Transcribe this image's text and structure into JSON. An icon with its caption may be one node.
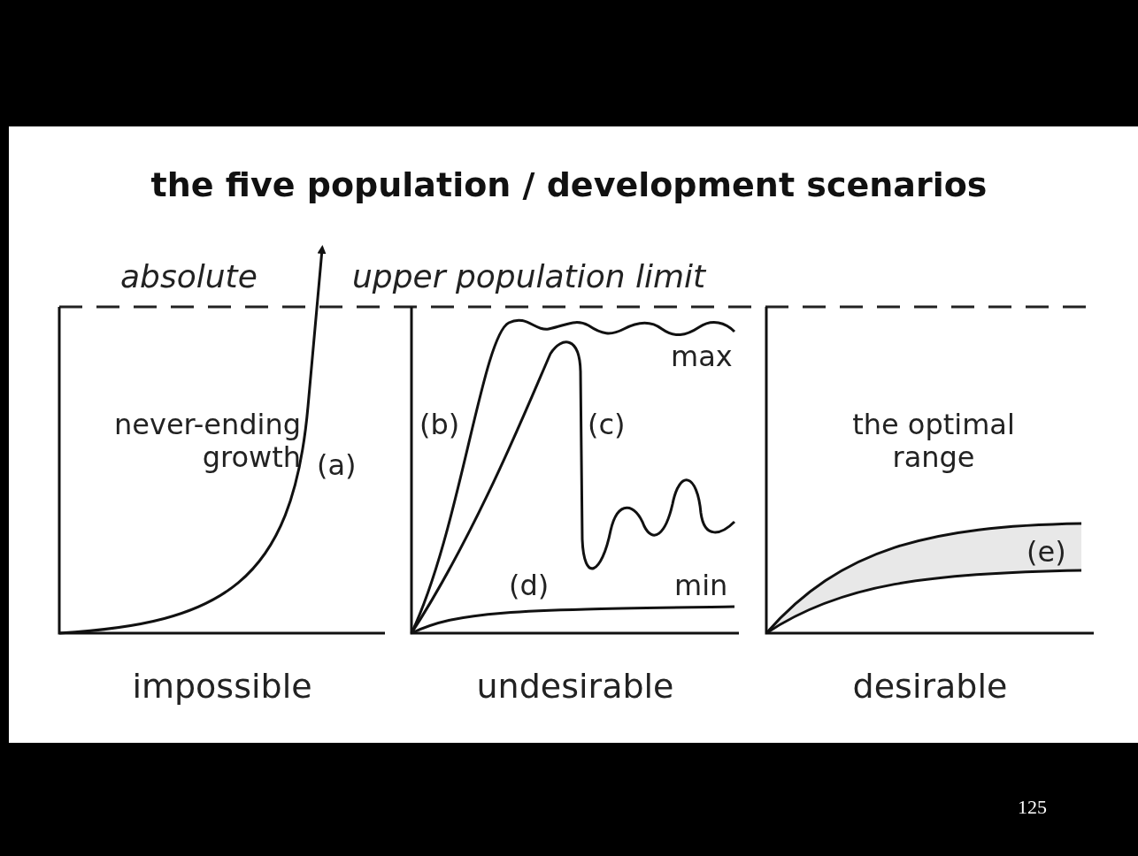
{
  "diagram": {
    "title": "the five population / development scenarios",
    "labels": [
      "absolute",
      "upper population limit",
      "max",
      "never-ending growth",
      "(a)",
      "(b)",
      "(c)",
      "the optimal range",
      "(e)",
      "(d)",
      "min",
      "impossible",
      "undesirable",
      "desirable",
      "125"
    ]
  }
}
